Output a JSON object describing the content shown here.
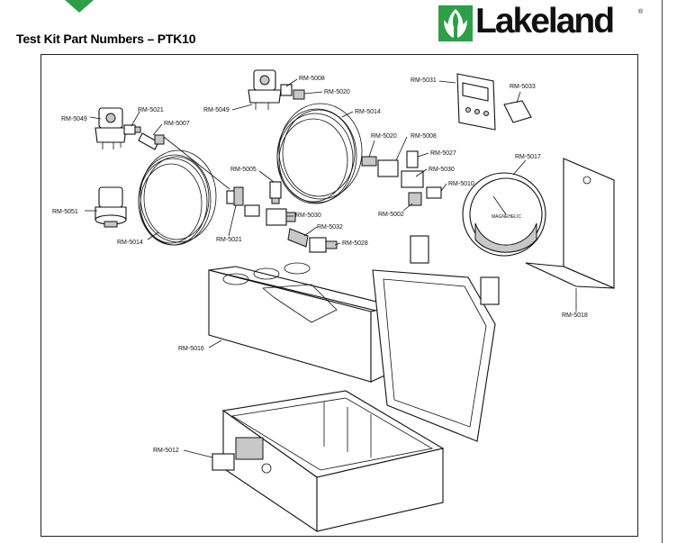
{
  "header": {
    "title": "Test Kit Part Numbers – PTK10",
    "logo_text": "Lakeland",
    "logo_registered": "®"
  },
  "colors": {
    "brand_green": "#2e9e47",
    "line": "#111111"
  },
  "diagram": {
    "part_labels": [
      "RM-5049",
      "RM-5021",
      "RM-5007",
      "RM-5051",
      "RM-5014",
      "RM-5021",
      "RM-5005",
      "RM-5030",
      "RM-5032",
      "RM-5028",
      "RM-5008",
      "RM-5020",
      "RM-5049",
      "RM-5014",
      "RM-5020",
      "RM-5008",
      "RM-5027",
      "RM-5030",
      "RM-5010",
      "RM-5002",
      "RM-5031",
      "RM-5033",
      "RM-5017",
      "RM-5018",
      "RM-5016",
      "RM-5012"
    ],
    "gauge_brand": "MAGNEHELIC"
  }
}
